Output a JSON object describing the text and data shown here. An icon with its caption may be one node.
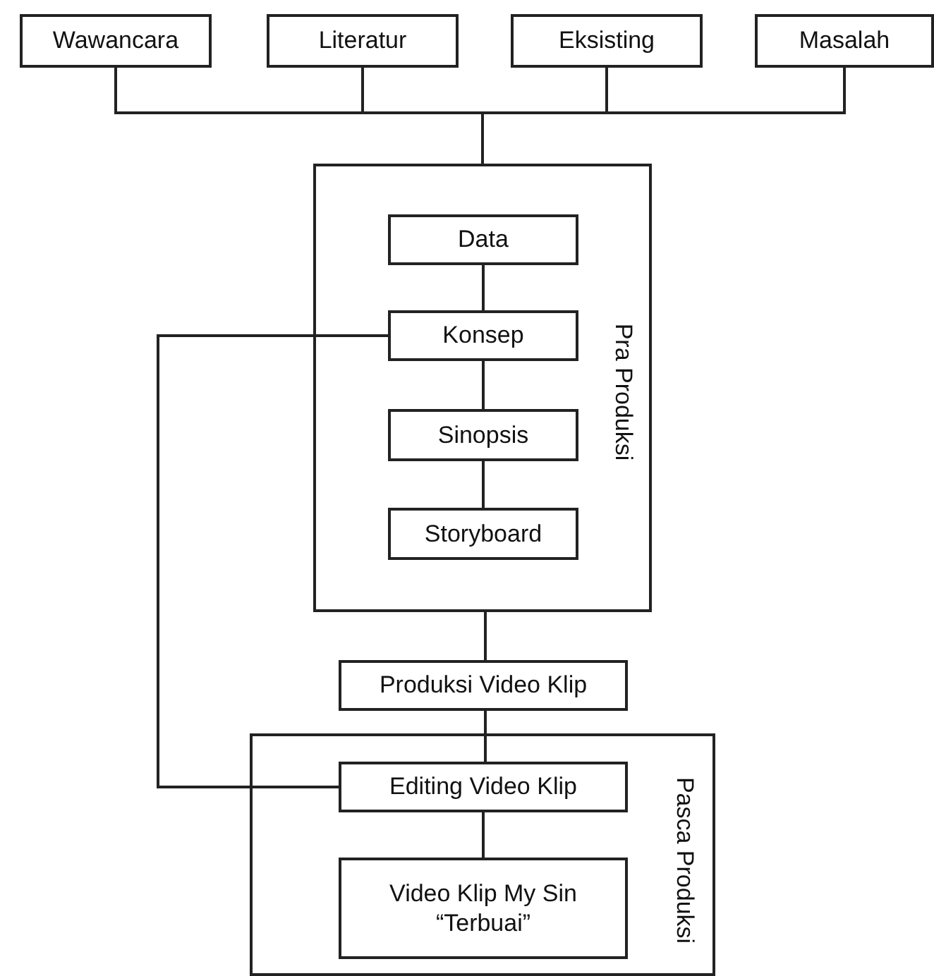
{
  "diagram": {
    "nodes": [
      {
        "text": [
          "Wawancara"
        ]
      },
      {
        "text": [
          "Literatur"
        ]
      },
      {
        "text": [
          "Eksisting"
        ]
      },
      {
        "text": [
          "Masalah"
        ]
      },
      {
        "text": [
          "Pra Produksi"
        ]
      },
      {
        "text": [
          "Data"
        ],
        "in": 4
      },
      {
        "text": [
          "Konsep"
        ],
        "in": 4
      },
      {
        "text": [
          "Sinopsis"
        ],
        "in": 4
      },
      {
        "text": [
          "Storyboard"
        ],
        "in": 4
      },
      {
        "text": [
          "Produksi Video Klip"
        ]
      },
      {
        "text": [
          "Pasca Produksi"
        ]
      },
      {
        "text": [
          "Editing Video Klip"
        ],
        "in": 10
      },
      {
        "text": [
          "Video Klip My Sin “Terbuai”"
        ],
        "in": 10
      }
    ],
    "edges": [
      {
        "from": 0,
        "to": 4,
        "arrow": "none"
      },
      {
        "from": 1,
        "to": 4,
        "arrow": "none"
      },
      {
        "from": 2,
        "to": 4,
        "arrow": "none"
      },
      {
        "from": 3,
        "to": 4,
        "arrow": "none"
      },
      {
        "from": 5,
        "to": 6,
        "arrow": "none"
      },
      {
        "from": 6,
        "to": 7,
        "arrow": "none"
      },
      {
        "from": 7,
        "to": 8,
        "arrow": "none"
      },
      {
        "from": 4,
        "to": 9,
        "arrow": "none"
      },
      {
        "from": 9,
        "to": 11,
        "arrow": "none"
      },
      {
        "from": 6,
        "to": 11,
        "arrow": "none"
      },
      {
        "from": 11,
        "to": 12,
        "arrow": "none"
      }
    ]
  }
}
